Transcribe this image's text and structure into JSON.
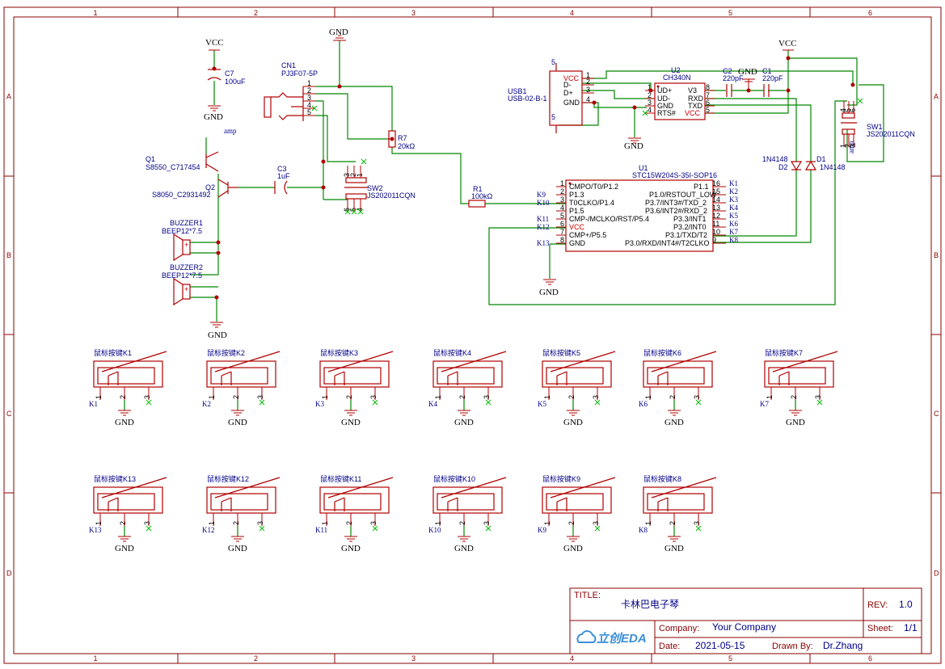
{
  "zones": {
    "cols": [
      "1",
      "2",
      "3",
      "4",
      "5",
      "6"
    ],
    "rows": [
      "A",
      "B",
      "C",
      "D"
    ]
  },
  "power": {
    "vcc": "VCC",
    "gnd": "GND"
  },
  "cap_c7": {
    "ref": "C7",
    "value": "100uF"
  },
  "cn1": {
    "ref": "CN1",
    "part": "PJ3F07-5P",
    "pins": [
      "1",
      "2",
      "3",
      "4",
      "5"
    ]
  },
  "r7": {
    "ref": "R7",
    "value": "20kΩ"
  },
  "q1": {
    "ref": "Q1",
    "part": "S8550_C717454"
  },
  "q2": {
    "ref": "Q2",
    "part": "S8050_C2931492"
  },
  "c3": {
    "ref": "C3",
    "value": "1uF"
  },
  "amp": "amp",
  "buzzer1": {
    "ref": "BUZZER1",
    "part": "BEEP12*7.5"
  },
  "buzzer2": {
    "ref": "BUZZER2",
    "part": "BEEP12*7.5"
  },
  "sw2": {
    "ref": "SW2",
    "part": "JS202011CQN",
    "pins": [
      "3",
      "2",
      "1",
      "6",
      "5",
      "4"
    ]
  },
  "sw1": {
    "ref": "SW1",
    "part": "JS202011CQN",
    "pins": [
      "4",
      "5",
      "6",
      "1",
      "2",
      "3"
    ]
  },
  "usb1": {
    "ref": "USB1",
    "part": "USB-02-B-1",
    "pins": [
      "VCC",
      "D-",
      "D+",
      "GND"
    ],
    "nums": [
      "1",
      "2",
      "3",
      "4"
    ],
    "shield": "5"
  },
  "u2": {
    "ref": "U2",
    "part": "CH340N",
    "left": [
      {
        "n": "1",
        "name": "UD+"
      },
      {
        "n": "2",
        "name": "UD-"
      },
      {
        "n": "3",
        "name": "GND"
      },
      {
        "n": "4",
        "name": "RTS#"
      }
    ],
    "right": [
      {
        "n": "8",
        "name": "V3"
      },
      {
        "n": "7",
        "name": "RXD"
      },
      {
        "n": "6",
        "name": "TXD"
      },
      {
        "n": "5",
        "name": "VCC"
      }
    ]
  },
  "c2": {
    "ref": "C2",
    "value": "220pF"
  },
  "c1": {
    "ref": "C1",
    "value": "220pF"
  },
  "d1": {
    "ref": "D1",
    "part": "1N4148"
  },
  "d2": {
    "ref": "D2",
    "part": "1N4148"
  },
  "r1": {
    "ref": "R1",
    "value": "100kΩ"
  },
  "u1": {
    "ref": "U1",
    "part": "STC15W204S-35I-SOP16",
    "left": [
      {
        "n": "1",
        "name": "CMPO/T0/P1.2",
        "net": ""
      },
      {
        "n": "2",
        "name": "P1.3",
        "net": "K9"
      },
      {
        "n": "3",
        "name": "T0CLKO/P1.4",
        "net": "K10"
      },
      {
        "n": "4",
        "name": "P1.5",
        "net": ""
      },
      {
        "n": "5",
        "name": "CMP-/MCLKO/RST/P5.4",
        "net": "K11"
      },
      {
        "n": "6",
        "name": "VCC",
        "net": "K12"
      },
      {
        "n": "7",
        "name": "CMP+/P5.5",
        "net": ""
      },
      {
        "n": "8",
        "name": "GND",
        "net": "K13"
      }
    ],
    "right": [
      {
        "n": "16",
        "name": "P1.1",
        "net": "K1"
      },
      {
        "n": "15",
        "name": "P1.0/RSTOUT_LOW",
        "net": "K2"
      },
      {
        "n": "14",
        "name": "P3.7/INT3#/TXD_2",
        "net": "K3"
      },
      {
        "n": "13",
        "name": "P3.6/INT2#/RXD_2",
        "net": "K4"
      },
      {
        "n": "12",
        "name": "P3.3/INT1",
        "net": "K5"
      },
      {
        "n": "11",
        "name": "P3.2/INT0",
        "net": "K6"
      },
      {
        "n": "10",
        "name": "P3.1/TXD/T2",
        "net": "K7"
      },
      {
        "n": "9",
        "name": "P3.0/RXD/INT4#/T2CLKO",
        "net": "K8"
      }
    ]
  },
  "keys_row1": [
    {
      "ref": "鼠标按键K1",
      "net": "K1"
    },
    {
      "ref": "鼠标按键K2",
      "net": "K2"
    },
    {
      "ref": "鼠标按键K3",
      "net": "K3"
    },
    {
      "ref": "鼠标按键K4",
      "net": "K4"
    },
    {
      "ref": "鼠标按键K5",
      "net": "K5"
    },
    {
      "ref": "鼠标按键K6",
      "net": "K6"
    },
    {
      "ref": "鼠标按键K7",
      "net": "K7"
    }
  ],
  "keys_row2": [
    {
      "ref": "鼠标按键K13",
      "net": "K13"
    },
    {
      "ref": "鼠标按键K12",
      "net": "K12"
    },
    {
      "ref": "鼠标按键K11",
      "net": "K11"
    },
    {
      "ref": "鼠标按键K10",
      "net": "K10"
    },
    {
      "ref": "鼠标按键K9",
      "net": "K9"
    },
    {
      "ref": "鼠标按键K8",
      "net": "K8"
    }
  ],
  "key_pins": [
    "1",
    "2",
    "3"
  ],
  "title_block": {
    "title_label": "TITLE:",
    "title": "卡林巴电子琴",
    "rev_label": "REV:",
    "rev": "1.0",
    "company_label": "Company:",
    "company": "Your Company",
    "sheet_label": "Sheet:",
    "sheet": "1/1",
    "date_label": "Date:",
    "date": "2021-05-15",
    "drawn_label": "Drawn By:",
    "drawn": "Dr.Zhang",
    "logo": "立创EDA"
  }
}
